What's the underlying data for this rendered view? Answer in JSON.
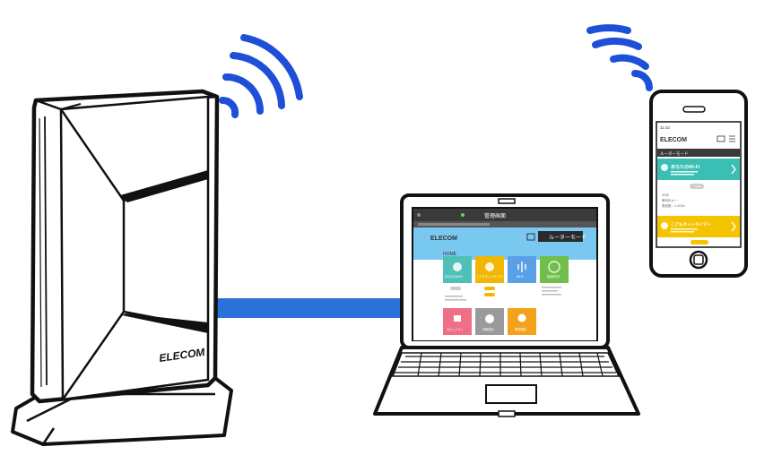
{
  "router": {
    "brand": "ELECOM"
  },
  "laptop": {
    "screen": {
      "tab_title": "管理画面",
      "brand": "ELECOM",
      "mode_button": "ルーターモード",
      "page_label": "HOME",
      "tiles": [
        {
          "label": "あなたのWi-Fi",
          "color": "#4ec0b8"
        },
        {
          "label": "こどもネットタイマー",
          "color": "#f2b705"
        },
        {
          "label": "Wi-Fi",
          "color": "#5aa0e6"
        },
        {
          "label": "接続状況",
          "color": "#6fbf4a"
        },
        {
          "label": "セキュリティ",
          "color": "#ef6f86"
        },
        {
          "label": "詳細設定",
          "color": "#9a9a9a"
        },
        {
          "label": "便利機能",
          "color": "#f4a21c"
        }
      ]
    }
  },
  "phone": {
    "screen": {
      "status": "11:42",
      "brand": "ELECOM",
      "section_label": "ルーターモード",
      "card1_title": "あなたのWi-Fi",
      "card1_color": "#3bbfb5",
      "toggle_label": "OFF",
      "info_lines": [
        "SSID",
        "暗号化キー",
        "周波数：2.4GHz"
      ],
      "card2_title": "こどもネットタイマー",
      "card2_color": "#f5c400"
    }
  },
  "colors": {
    "wifi_waves": "#1e4fd8",
    "ethernet_cable": "#2a71d8",
    "outline": "#111111"
  }
}
